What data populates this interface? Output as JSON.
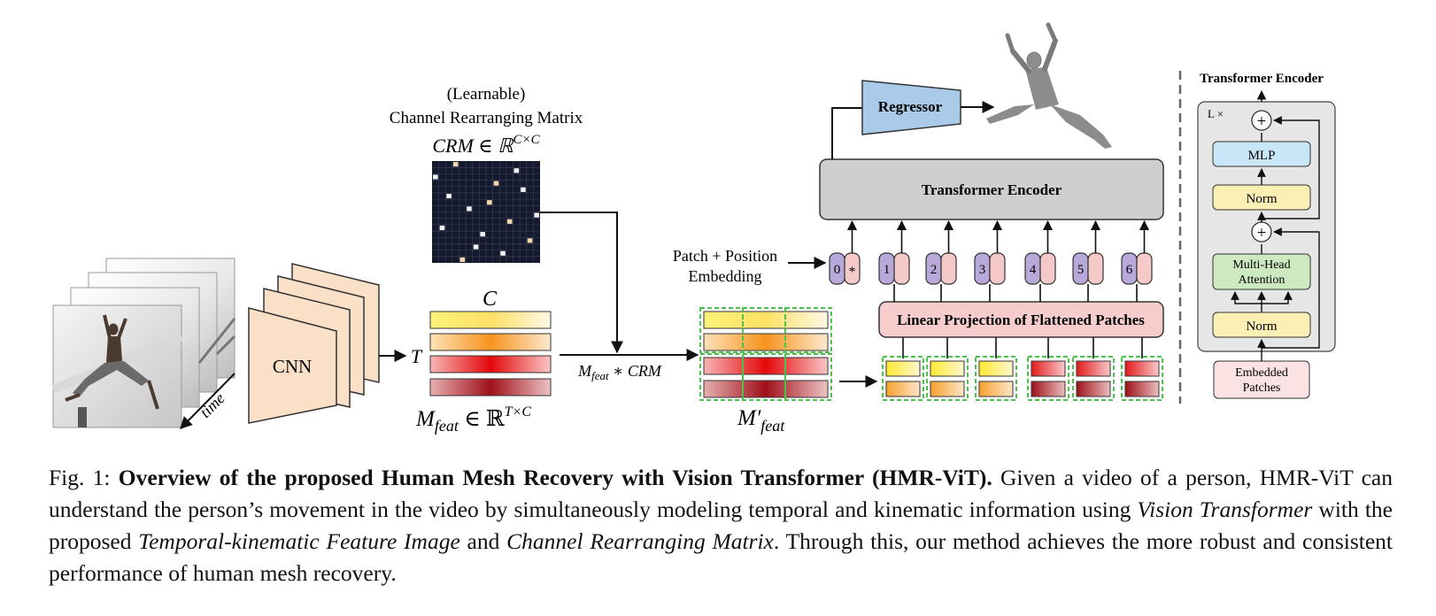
{
  "figure": {
    "crm_title": "(Learnable)",
    "crm_subtitle": "Channel Rearranging Matrix",
    "crm_symbol": "CRM ∈ ℝ",
    "crm_symbol_sup": "C×C",
    "cnn_label": "CNN",
    "time_label": "time",
    "t_label": "T",
    "c_label": "C",
    "mfeat_label": "M",
    "mfeat_sub": "feat",
    "mfeat_set": " ∈ ℝ",
    "mfeat_sup": "T×C",
    "operation_label_m": "M",
    "operation_label_sub": "feat",
    "operation_label_rest": " ∗ CRM",
    "mfeat_prime_label": "M′",
    "mfeat_prime_sub": "feat",
    "patch_embedding_line1": "Patch + Position",
    "patch_embedding_line2": "Embedding",
    "token_indices": [
      "0",
      "1",
      "2",
      "3",
      "4",
      "5",
      "6"
    ],
    "class_token_symbol": "*",
    "linear_projection_label": "Linear Projection of Flattened Patches",
    "transformer_encoder_label": "Transformer Encoder",
    "regressor_label": "Regressor",
    "encoder_detail": {
      "title": "Transformer Encoder",
      "repeat_label": "L ×",
      "mlp_label": "MLP",
      "norm_label": "Norm",
      "mha_line1": "Multi-Head",
      "mha_line2": "Attention",
      "embedded_line1": "Embedded",
      "embedded_line2": "Patches",
      "plus_symbol": "+"
    }
  },
  "caption": {
    "fig_label": "Fig. 1: ",
    "bold_title": "Overview of the proposed Human Mesh Recovery with Vision Transformer (HMR-ViT).",
    "text_1": " Given a video of a person, HMR-ViT can understand the person’s movement in the video by simultaneously modeling temporal and kinematic information using ",
    "italic_1": "Vision Transformer",
    "text_2": " with the proposed ",
    "italic_2": "Temporal-kinematic Feature Image",
    "text_3": " and ",
    "italic_3": "Channel Rearranging Matrix",
    "text_4": ". Through this, our method achieves the more robust and consistent performance of human mesh recovery."
  },
  "colors": {
    "cnn_fill": "#fbe0c8",
    "regressor_fill": "#a9cbe9",
    "encoder_fill": "#cfcfcf",
    "projection_fill": "#f6cccc",
    "token_index_fill": "#b9a9da",
    "token_embed_fill": "#f6c9c9",
    "mlp_fill": "#c9e6f6",
    "norm_fill": "#fbefb4",
    "mha_fill": "#cde9c0",
    "embedded_fill": "#fbe3e3",
    "crm_background": "#141a2c",
    "dashed_green": "#4cc24c"
  }
}
